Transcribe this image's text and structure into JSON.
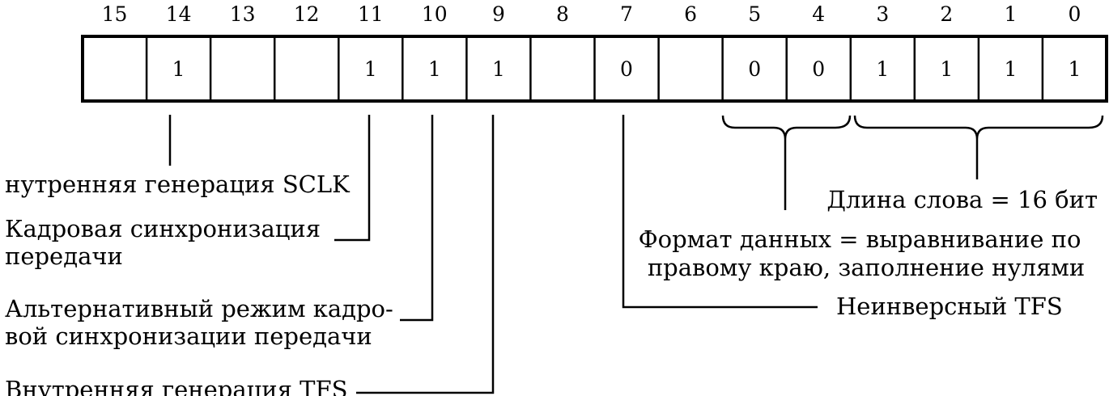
{
  "register": {
    "bit_numbers": [
      "15",
      "14",
      "13",
      "12",
      "11",
      "10",
      "9",
      "8",
      "7",
      "6",
      "5",
      "4",
      "3",
      "2",
      "1",
      "0"
    ],
    "bit_values": [
      "",
      "1",
      "",
      "",
      "1",
      "1",
      "1",
      "",
      "0",
      "",
      "0",
      "0",
      "1",
      "1",
      "1",
      "1"
    ]
  },
  "labels": {
    "sclk": "нутренняя генерация SCLK",
    "frame_sync_1": "Кадровая синхронизация",
    "frame_sync_2": "передачи",
    "alt_mode_1": "Альтернативный режим кадро-",
    "alt_mode_2": "вой синхронизации передачи",
    "tfs_gen": "Внутренняя генерация TFS",
    "word_length": "Длина слова = 16 бит",
    "data_format_1": "Формат данных = выравнивание по",
    "data_format_2": "правому краю, заполнение нулями",
    "noninv_tfs": "Неинверсный TFS"
  }
}
